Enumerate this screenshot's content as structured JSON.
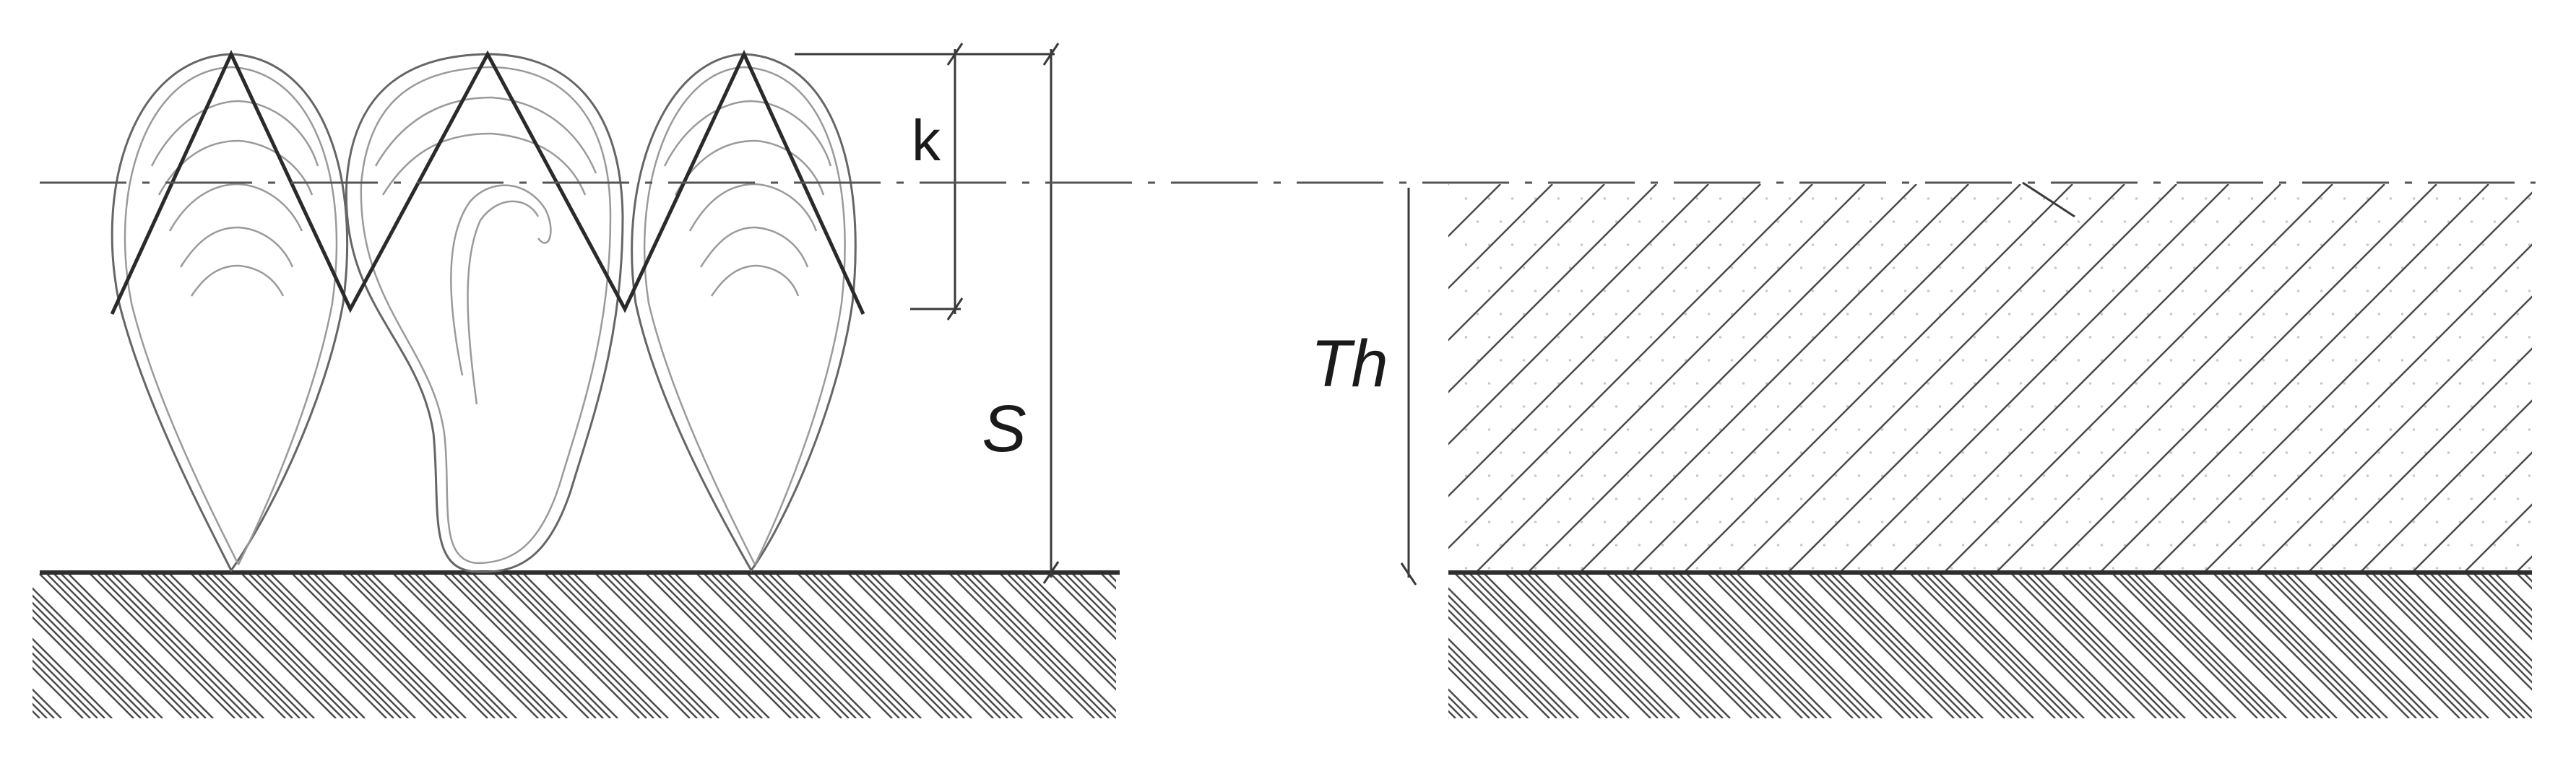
{
  "diagram": {
    "labels": {
      "k": "k",
      "s": "S",
      "th": "Th"
    },
    "colors": {
      "line": "#3a3a3a",
      "bead_outline": "#666666",
      "bead_inner": "#9a9a9a",
      "hatch": "#4a4a4a",
      "dots": "#c8c8c8",
      "background": "#ffffff"
    }
  }
}
